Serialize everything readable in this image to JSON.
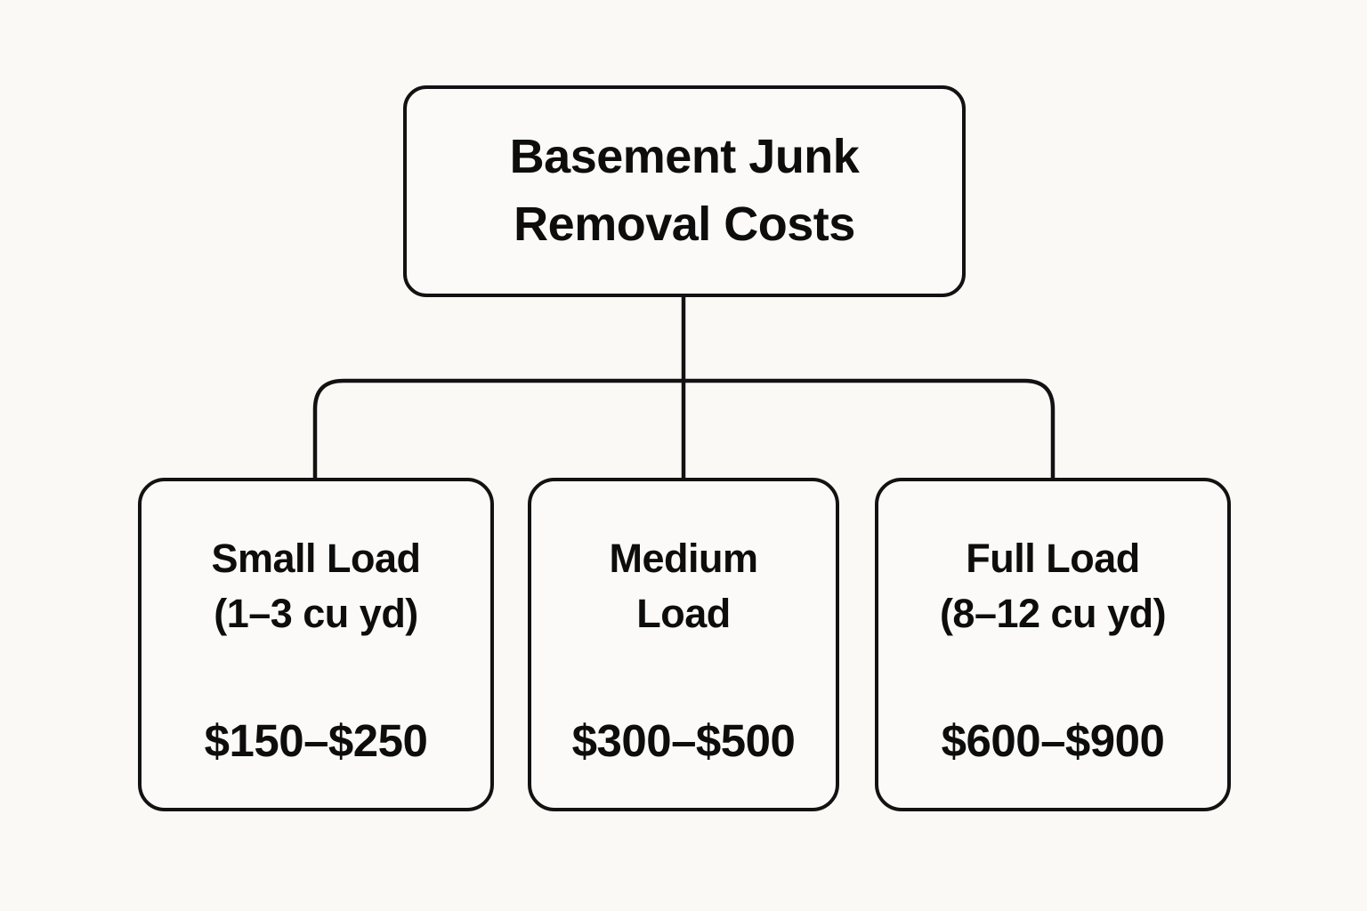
{
  "theme": {
    "background": "#FAF9F6",
    "box_fill": "#FBFAF8",
    "line_color": "#121212",
    "text_color": "#0D0D0D"
  },
  "diagram": {
    "type": "flowchart",
    "root": {
      "line1": "Basement Junk",
      "line2": "Removal Costs"
    },
    "nodes": [
      {
        "line1": "Small Load",
        "line2": "(1–3 cu yd)",
        "price": "$150–$250"
      },
      {
        "line1": "Medium",
        "line2": "Load",
        "price": "$300–$500"
      },
      {
        "line1": "Full Load",
        "line2": "(8–12 cu yd)",
        "price": "$600–$900"
      }
    ]
  }
}
